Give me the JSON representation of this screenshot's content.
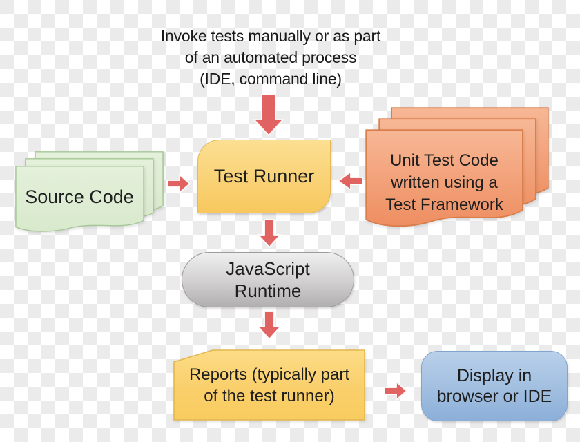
{
  "annotation": {
    "lines": [
      "Invoke tests manually or as part",
      "of an automated process",
      "(IDE, command line)"
    ]
  },
  "nodes": {
    "source_code": {
      "label": "Source Code"
    },
    "test_runner": {
      "label": "Test Runner"
    },
    "unit_test_code": {
      "lines": [
        "Unit Test Code",
        "written using a",
        "Test Framework"
      ]
    },
    "js_runtime": {
      "lines": [
        "JavaScript",
        "Runtime"
      ]
    },
    "reports": {
      "lines": [
        "Reports (typically part",
        "of the test runner)"
      ]
    },
    "display": {
      "lines": [
        "Display in",
        "browser or IDE"
      ]
    }
  },
  "colors": {
    "arrow": "#e06361",
    "arrow_outline": "#ffffff",
    "source_fill_top": "#e4f0db",
    "source_fill_bottom": "#d8e9cc",
    "source_border": "#a6c795",
    "unit_fill_top": "#f7b795",
    "unit_fill_bottom": "#ee8e61",
    "unit_border": "#d87c49",
    "runner_fill_top": "#fcdf92",
    "runner_fill_bottom": "#f7c85e",
    "runner_border": "#e6b954",
    "runtime_fill_top": "#efefef",
    "runtime_fill_bottom": "#b1afaf",
    "runtime_border": "#9d9b9b",
    "reports_fill_top": "#fcdc86",
    "reports_fill_bottom": "#f8cc5e",
    "reports_border": "#e2b74e",
    "display_fill_top": "#b9d0ea",
    "display_fill_bottom": "#8cafd8",
    "display_border": "#81a5cf",
    "checker_white": "#ffffff",
    "checker_gray": "#ebebeb",
    "text": "#1e1e1e"
  }
}
